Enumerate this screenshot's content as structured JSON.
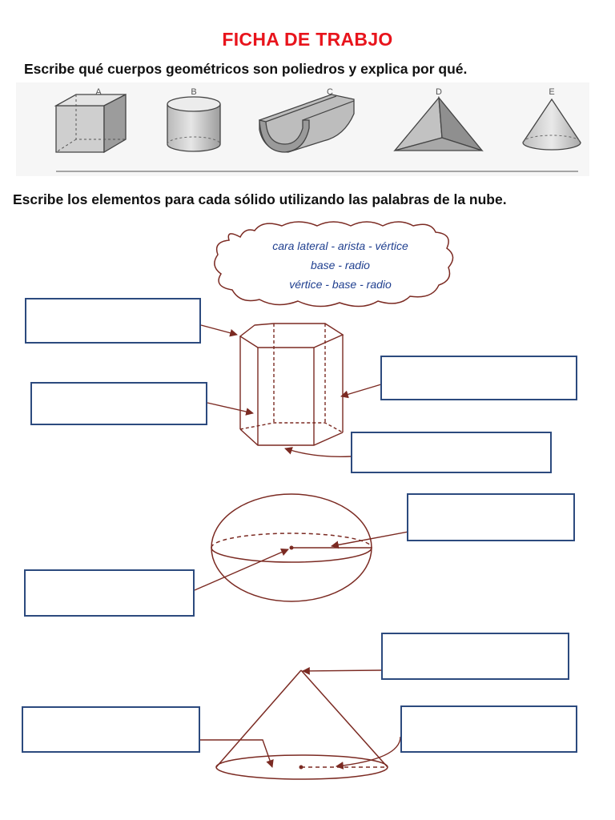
{
  "title": "FICHA DE TRABJO",
  "instruction_1": "Escribe qué cuerpos geométricos son poliedros y explica por qué.",
  "instruction_2": "Escribe los elementos para cada sólido utilizando las palabras de la nube.",
  "solids": [
    {
      "letter": "A",
      "shape": "cube"
    },
    {
      "letter": "B",
      "shape": "cylinder"
    },
    {
      "letter": "C",
      "shape": "half-pipe"
    },
    {
      "letter": "D",
      "shape": "pyramid"
    },
    {
      "letter": "E",
      "shape": "cone"
    }
  ],
  "cloud": {
    "line1": "cara lateral - arista - vértice",
    "line2": "base - radio",
    "line3": "vértice - base - radio"
  },
  "answer_boxes": {
    "prism": [
      "",
      "",
      "",
      ""
    ],
    "sphere": [
      "",
      ""
    ],
    "cone": [
      "",
      "",
      ""
    ]
  },
  "colors": {
    "title": "#e8141c",
    "figure_line": "#7b2a22",
    "box_border": "#2c4a7e",
    "cloud_text": "#1f3f8f"
  }
}
